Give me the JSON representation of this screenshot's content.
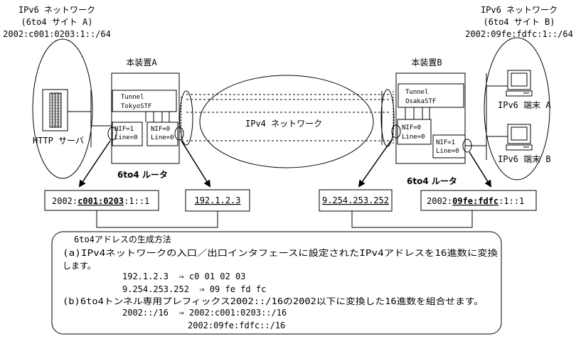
{
  "site_a": {
    "line1": "IPv6 ネットワーク",
    "line2": "(6to4 サイト A)",
    "line3": "2002:c001:0203:1::/64"
  },
  "site_b": {
    "line1": "IPv6 ネットワーク",
    "line2": "(6to4 サイト B)",
    "line3": "2002:09fe:fdfc:1::/64"
  },
  "device_a": {
    "title": "本装置A",
    "tunnel1": "Tunnel",
    "tunnel2": "TokyoSTF",
    "nif1": "NIF=1",
    "line1": "Line=0",
    "nif2": "NIF=0",
    "line2": "Line=0",
    "router_label": "6to4 ルータ"
  },
  "device_b": {
    "title": "本装置B",
    "tunnel1": "Tunnel",
    "tunnel2": "OsakaSTF",
    "nif1": "NIF=0",
    "line1": "Line=0",
    "nif2": "NIF=1",
    "line2": "Line=0",
    "router_label": "6to4 ルータ"
  },
  "ipv4_network": "IPv4 ネットワーク",
  "http_server": "HTTP サーバ",
  "terminal_a": "IPv6 端末 A",
  "terminal_b": "IPv6 端末 B",
  "addr_a6": {
    "prefix": "2002:",
    "bold": "c001:0203",
    "suffix": ":1::1"
  },
  "addr_a4": "192.1.2.3",
  "addr_b4": "9.254.253.252",
  "addr_b6": {
    "prefix": "2002:",
    "bold": "09fe:fdfc",
    "suffix": ":1::1"
  },
  "note": {
    "title": "6to4アドレスの生成方法",
    "line_a": "(a)IPv4ネットワークの入口／出口インタフェースに設定されたIPv4アドレスを16進数に変換",
    "line_a2": "します。",
    "conv1": "192.1.2.3  ⇒ c0 01 02 03",
    "conv2": "9.254.253.252  ⇒ 09 fe fd fc",
    "line_b": "(b)6to4トンネル専用プレフィックス2002::/16の2002以下に変換した16進数を組合せます。",
    "conv3": "2002::/16  ⇒ 2002:c001:0203::/16",
    "conv4": "2002:09fe:fdfc::/16"
  },
  "colors": {
    "line": "#000000",
    "background": "#ffffff"
  }
}
